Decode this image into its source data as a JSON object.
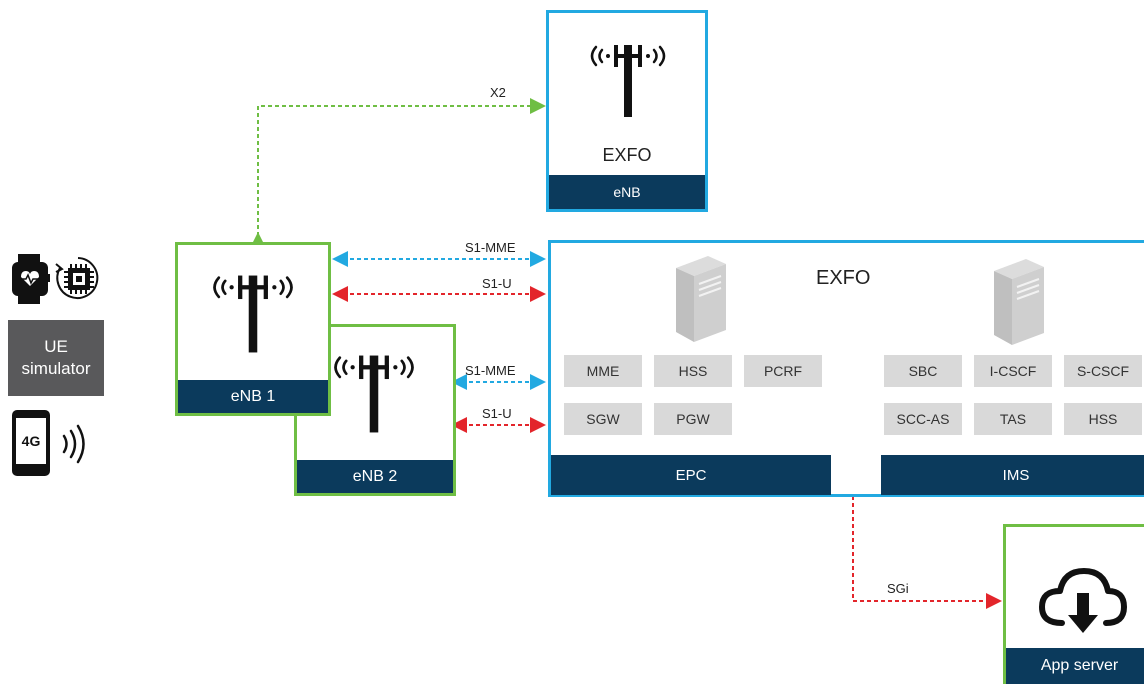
{
  "top_enb": {
    "title": "EXFO",
    "bar": "eNB"
  },
  "enb1": {
    "bar": "eNB 1"
  },
  "enb2": {
    "bar": "eNB 2"
  },
  "core": {
    "title": "EXFO",
    "epc_cells": [
      "MME",
      "HSS",
      "PCRF",
      "SGW",
      "PGW"
    ],
    "ims_cells": [
      "SBC",
      "I-CSCF",
      "S-CSCF",
      "SCC-AS",
      "TAS",
      "HSS"
    ],
    "epc_bar": "EPC",
    "ims_bar": "IMS"
  },
  "ue": {
    "label_line1": "UE",
    "label_line2": "simulator",
    "phone_badge": "4G"
  },
  "app_server": {
    "bar": "App server"
  },
  "links": {
    "x2": "X2",
    "s1mme_1": "S1-MME",
    "s1u_1": "S1-U",
    "s1mme_2": "S1-MME",
    "s1u_2": "S1-U",
    "sgi": "SGi"
  },
  "colors": {
    "blue": "#22a9e1",
    "green": "#6fbe44",
    "navy": "#0b3a5c",
    "red": "#e3252b",
    "cell": "#d9d9d9"
  }
}
